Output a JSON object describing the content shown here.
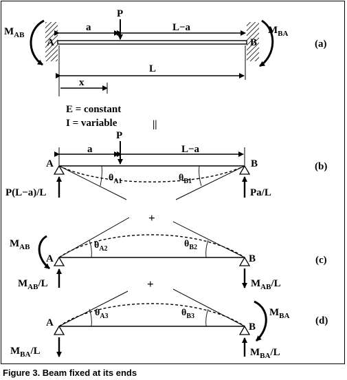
{
  "caption": "Figure 3. Beam fixed at its ends",
  "panels": {
    "a": {
      "tag": "(a)",
      "load": "P",
      "dim_a": "a",
      "dim_L_minus_a": "L−a",
      "dim_L": "L",
      "dim_x": "x",
      "end_A": "A",
      "end_B": "B",
      "moment_left": {
        "base": "M",
        "sub": "AB"
      },
      "moment_right": {
        "base": "M",
        "sub": "BA"
      },
      "note_E": "E = constant",
      "note_I": "I = variable",
      "equals_symbol": "||"
    },
    "b": {
      "tag": "(b)",
      "load": "P",
      "dim_a": "a",
      "dim_L_minus_a": "L−a",
      "end_A": "A",
      "end_B": "B",
      "theta_A": {
        "base": "θ",
        "sub": "A1"
      },
      "theta_B": {
        "base": "θ",
        "sub": "B1"
      },
      "reaction_left": "P(L−a)/L",
      "reaction_right": "Pa/L"
    },
    "plus_1": "+",
    "c": {
      "tag": "(c)",
      "end_A": "A",
      "end_B": "B",
      "moment": {
        "base": "M",
        "sub": "AB"
      },
      "theta_A": {
        "base": "θ",
        "sub": "A2"
      },
      "theta_B": {
        "base": "θ",
        "sub": "B2"
      },
      "reaction_left": {
        "base": "M",
        "sub": "AB",
        "tail": "/L"
      },
      "reaction_right": {
        "base": "M",
        "sub": "AB",
        "tail": "/L"
      }
    },
    "plus_2": "+",
    "d": {
      "tag": "(d)",
      "end_A": "A",
      "end_B": "B",
      "moment": {
        "base": "M",
        "sub": "BA"
      },
      "theta_A": {
        "base": "θ",
        "sub": "A3"
      },
      "theta_B": {
        "base": "θ",
        "sub": "B3"
      },
      "reaction_left": {
        "base": "M",
        "sub": "BA",
        "tail": "/L"
      },
      "reaction_right": {
        "base": "M",
        "sub": "BA",
        "tail": "/L"
      }
    }
  }
}
